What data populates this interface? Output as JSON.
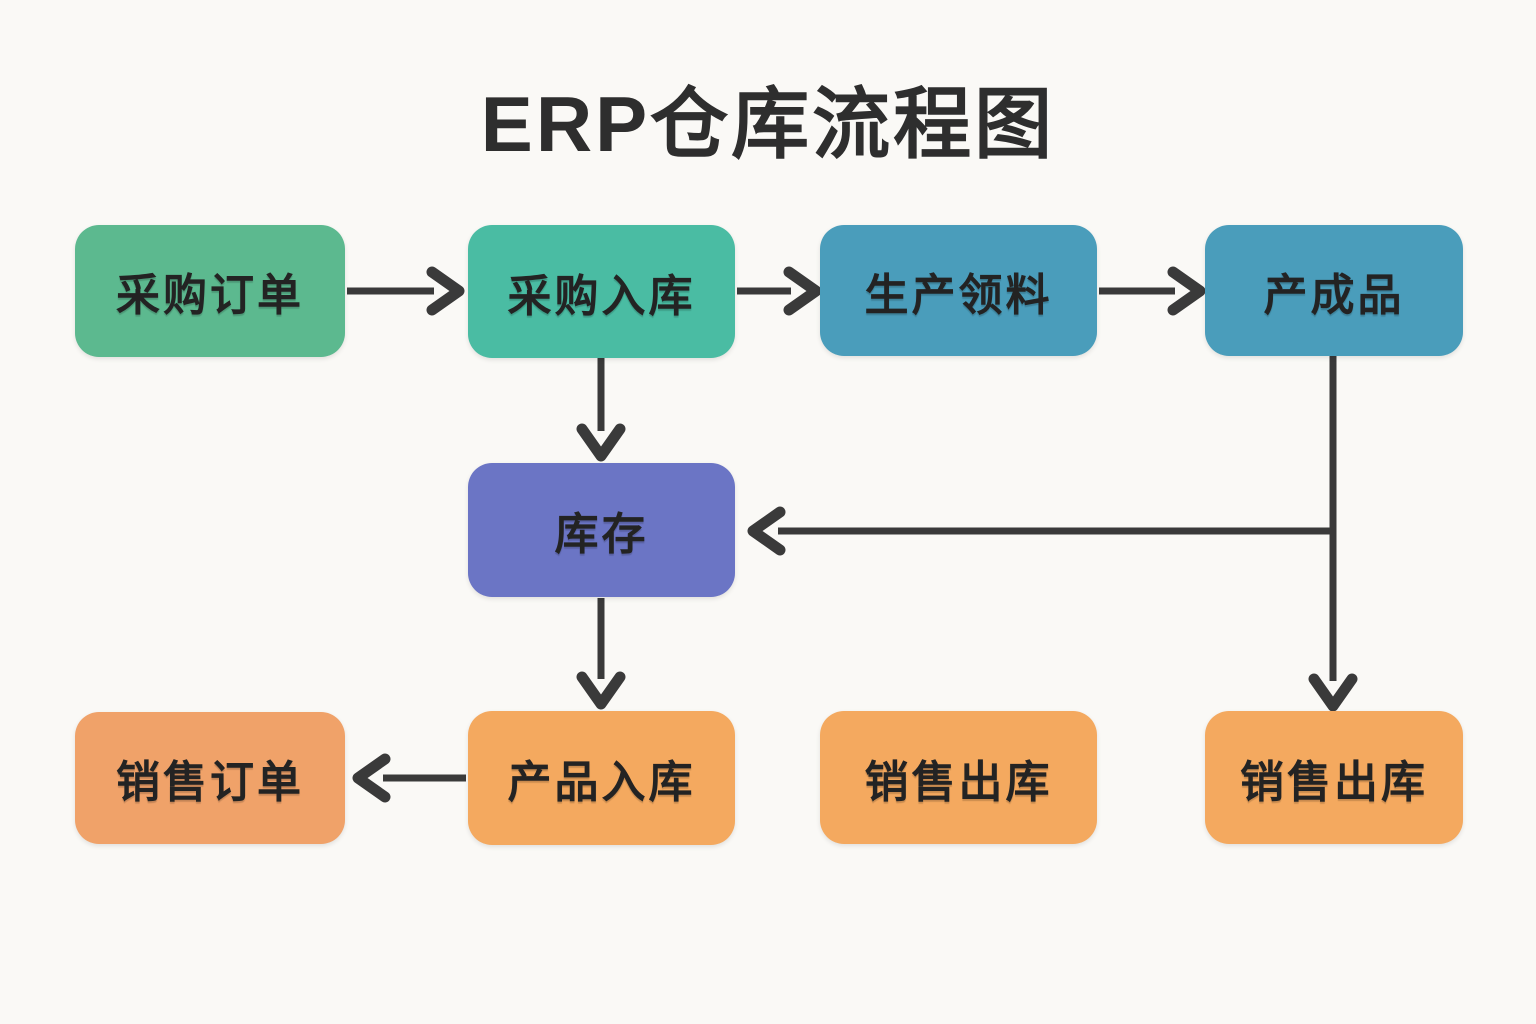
{
  "title": "ERP仓库流程图",
  "colors": {
    "background": "#FAF9F6",
    "title_text": "#2E2E2E",
    "node_text": "#232323",
    "arrow": "#3A3A3A"
  },
  "nodes": {
    "purchase_order": {
      "label": "采购订单",
      "color": "#5CB98F"
    },
    "purchase_inbound": {
      "label": "采购入库",
      "color": "#4ABCA3"
    },
    "production_picking": {
      "label": "生产领料",
      "color": "#4A9DBB"
    },
    "finished_goods": {
      "label": "产成品",
      "color": "#4A9DBB"
    },
    "inventory": {
      "label": "库存",
      "color": "#6B75C5"
    },
    "sales_order": {
      "label": "销售订单",
      "color": "#F0A269"
    },
    "product_inbound": {
      "label": "产品入库",
      "color": "#F4A95F"
    },
    "sales_outbound_1": {
      "label": "销售出库",
      "color": "#F4A95F"
    },
    "sales_outbound_2": {
      "label": "销售出库",
      "color": "#F4A95F"
    }
  },
  "edges": [
    {
      "from": "采购订单",
      "to": "采购入库",
      "direction": "right"
    },
    {
      "from": "采购入库",
      "to": "生产领料",
      "direction": "right"
    },
    {
      "from": "生产领料",
      "to": "产成品",
      "direction": "right"
    },
    {
      "from": "采购入库",
      "to": "库存",
      "direction": "down"
    },
    {
      "from": "产成品",
      "to": "库存",
      "direction": "left"
    },
    {
      "from": "产成品",
      "to": "销售出库",
      "direction": "down"
    },
    {
      "from": "库存",
      "to": "产品入库",
      "direction": "down"
    },
    {
      "from": "产品入库",
      "to": "销售订单",
      "direction": "left"
    }
  ]
}
